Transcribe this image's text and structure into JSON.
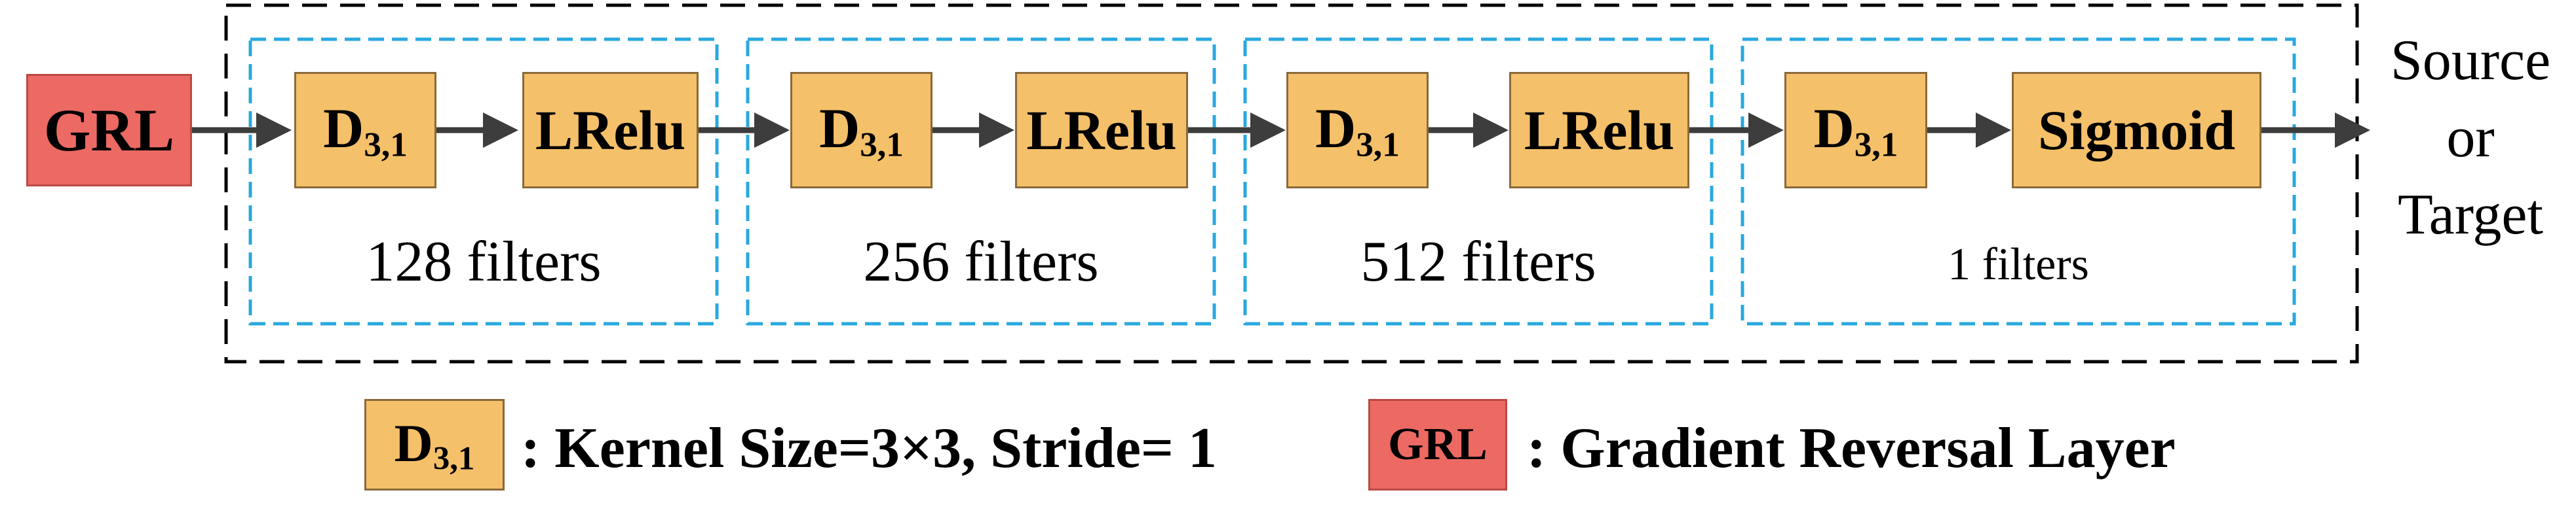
{
  "input": {
    "label": "GRL"
  },
  "blocks": [
    {
      "conv": {
        "main": "D",
        "sub": "3,1"
      },
      "activation": "LRelu",
      "filters": "128 filters"
    },
    {
      "conv": {
        "main": "D",
        "sub": "3,1"
      },
      "activation": "LRelu",
      "filters": "256 filters"
    },
    {
      "conv": {
        "main": "D",
        "sub": "3,1"
      },
      "activation": "LRelu",
      "filters": "512 filters"
    },
    {
      "conv": {
        "main": "D",
        "sub": "3,1"
      },
      "activation": "Sigmoid",
      "filters": "1 filters"
    }
  ],
  "output": {
    "line1": "Source",
    "line2": "or",
    "line3": "Target"
  },
  "legend": {
    "conv_key": {
      "main": "D",
      "sub": "3,1"
    },
    "conv_desc": ": Kernel Size=3×3, Stride= 1",
    "grl_key": "GRL",
    "grl_desc": ": Gradient Reversal Layer"
  },
  "colors": {
    "orange_box": "#F5C06A",
    "red_box": "#EC6A63",
    "blue_dashed": "#29A8DF",
    "black_dashed": "#000000",
    "arrow": "#3d3d3d"
  }
}
